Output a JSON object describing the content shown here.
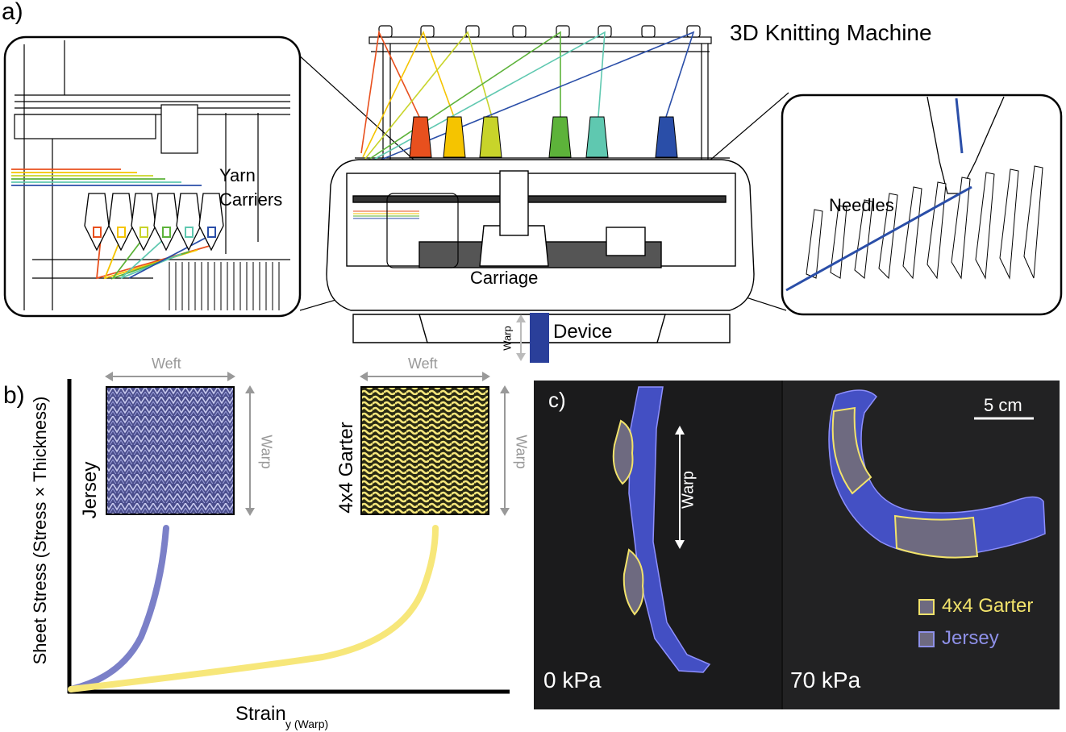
{
  "panel_a": {
    "letter": "a)",
    "machine_title": "3D Knitting Machine",
    "yarn_carriers_label_line1": "Yarn",
    "yarn_carriers_label_line2": "Carriers",
    "needles_label": "Needles",
    "carriage_label": "Carriage",
    "device_label": "Device",
    "warp_label": "Warp",
    "yarn_colors": [
      "#e8501e",
      "#f5c400",
      "#c8d42a",
      "#5db33a",
      "#5fc8b0",
      "#2a4ea8"
    ]
  },
  "panel_b": {
    "letter": "b)",
    "ylabel": "Sheet Stress (Stress × Thickness)",
    "xlabel_main": "Strain",
    "xlabel_sub": "y (Warp)",
    "jersey": {
      "name": "Jersey",
      "weft": "Weft",
      "warp": "Warp",
      "color": "#7b80c8"
    },
    "garter": {
      "name": "4x4 Garter",
      "weft": "Weft",
      "warp": "Warp",
      "color": "#f7e77a"
    }
  },
  "panel_c": {
    "letter": "c)",
    "scale_label": "5 cm",
    "warp_label": "Warp",
    "pressure_left": "0 kPa",
    "pressure_right": "70 kPa",
    "legend": [
      {
        "label": "4x4 Garter",
        "color": "#f2e36b"
      },
      {
        "label": "Jersey",
        "color": "#8e90e8"
      }
    ]
  },
  "chart_data": {
    "type": "line",
    "title": "",
    "xlabel": "Strain y (Warp)",
    "ylabel": "Sheet Stress (Stress × Thickness)",
    "grid": false,
    "legend": "none",
    "series": [
      {
        "name": "Jersey",
        "color": "#7b80c8",
        "shape": "sharp rise at low strain"
      },
      {
        "name": "4x4 Garter",
        "color": "#f7e77a",
        "shape": "gradual then rising at high strain"
      }
    ]
  }
}
